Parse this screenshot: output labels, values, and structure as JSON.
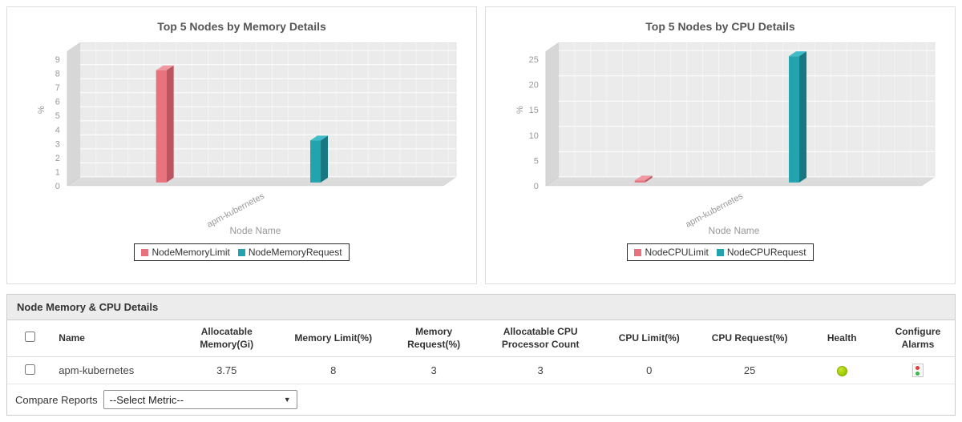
{
  "chart_data": [
    {
      "type": "bar",
      "title": "Top 5 Nodes by Memory Details",
      "xlabel": "Node Name",
      "ylabel": "%",
      "categories": [
        "apm-kubernetes"
      ],
      "series": [
        {
          "name": "NodeMemoryLimit",
          "values": [
            8
          ],
          "color": "#e8737f",
          "dark": "#bc5560",
          "light": "#ef98a1"
        },
        {
          "name": "NodeMemoryRequest",
          "values": [
            3
          ],
          "color": "#23a3ae",
          "dark": "#177881",
          "light": "#3fbcc7"
        }
      ],
      "ticks": [
        0,
        1,
        2,
        3,
        4,
        5,
        6,
        7,
        8,
        9
      ],
      "ylim": [
        0,
        9
      ],
      "grid": true,
      "legend_position": "bottom"
    },
    {
      "type": "bar",
      "title": "Top 5 Nodes by CPU Details",
      "xlabel": "Node Name",
      "ylabel": "%",
      "categories": [
        "apm-kubernetes"
      ],
      "series": [
        {
          "name": "NodeCPULimit",
          "values": [
            0
          ],
          "color": "#e8737f",
          "dark": "#bc5560",
          "light": "#ef98a1"
        },
        {
          "name": "NodeCPURequest",
          "values": [
            25
          ],
          "color": "#23a3ae",
          "dark": "#177881",
          "light": "#3fbcc7"
        }
      ],
      "ticks": [
        0,
        5,
        10,
        15,
        20,
        25
      ],
      "ylim": [
        0,
        27
      ],
      "grid": true,
      "legend_position": "bottom"
    }
  ],
  "table": {
    "title": "Node Memory & CPU Details",
    "columns": [
      "Name",
      "Allocatable Memory(Gi)",
      "Memory Limit(%)",
      "Memory Request(%)",
      "Allocatable CPU Processor Count",
      "CPU Limit(%)",
      "CPU Request(%)",
      "Health",
      "Configure Alarms"
    ],
    "rows": [
      {
        "name": "apm-kubernetes",
        "allocatable_memory_gi": "3.75",
        "memory_limit_pct": "8",
        "memory_request_pct": "3",
        "allocatable_cpu_count": "3",
        "cpu_limit_pct": "0",
        "cpu_request_pct": "25",
        "health": "good",
        "health_color": "#9ccc00"
      }
    ]
  },
  "footer": {
    "compare_label": "Compare Reports",
    "select_value": "--Select Metric--"
  }
}
